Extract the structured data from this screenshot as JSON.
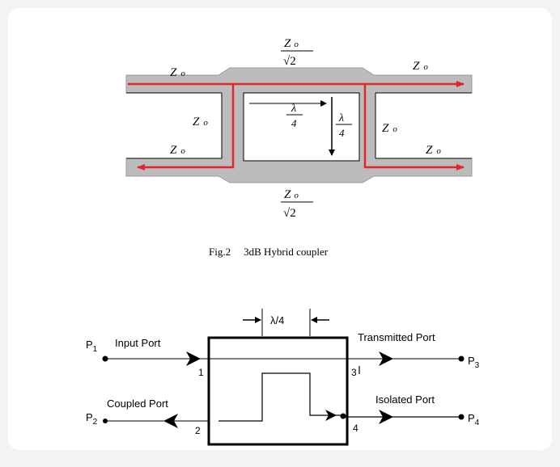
{
  "figure1": {
    "caption_label": "Fig.2",
    "caption_title": "3dB Hybrid coupler",
    "z0": "Z",
    "z0_sub": "o",
    "z0_sqrt_num": "Z",
    "z0_sqrt_sub": "o",
    "sqrt_sign": "√",
    "sqrt_two": "2",
    "lambda": "λ",
    "four": "4"
  },
  "figure2": {
    "lambda_over_4": "λ/4",
    "p1": "P",
    "p1_sub": "1",
    "p2": "P",
    "p2_sub": "2",
    "p3": "P",
    "p3_sub": "3",
    "p4": "P",
    "p4_sub": "4",
    "input_port": "Input Port",
    "coupled_port": "Coupled Port",
    "transmitted_port": "Transmitted Port",
    "isolated_port": "Isolated Port",
    "n1": "1",
    "n2": "2",
    "n3": "3",
    "n4": "4"
  },
  "colors": {
    "path_red": "#e0262a",
    "strip_gray": "#bcbcbc"
  }
}
